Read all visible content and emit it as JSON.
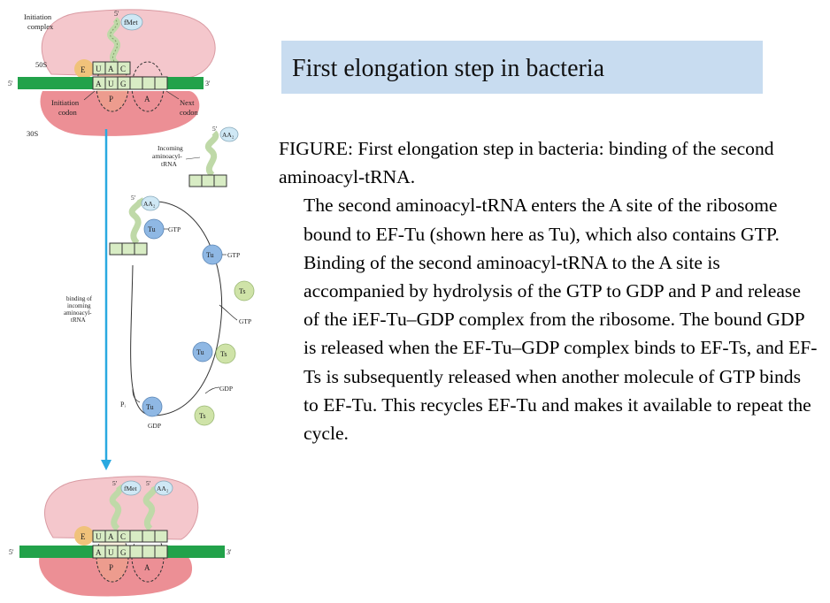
{
  "slide": {
    "title": "First elongation step in bacteria",
    "caption_line": "FIGURE: First elongation step in bacteria:  binding of the second aminoacyl-tRNA.",
    "paragraph": "The second aminoacyl-tRNA enters the A site of the ribosome bound to EF-Tu (shown here as Tu), which also contains GTP. Binding of the second aminoacyl-tRNA to the A site is accompanied by hydrolysis of the GTP to GDP and P and release of the iEF-Tu–GDP complex from the ribosome. The bound GDP is released when the EF-Tu–GDP complex binds to EF-Ts, and EF-Ts is subsequently released when another molecule of GTP binds to EF-Tu. This recycles EF-Tu and makes it available to repeat the cycle."
  },
  "diagram": {
    "top": {
      "complex_label_1": "Initiation",
      "complex_label_2": "complex",
      "five_prime_trna": "5'",
      "fmet": "fMet",
      "subunit_50s": "50S",
      "subunit_30s": "30S",
      "site_e": "E",
      "anticodon": [
        "U",
        "A",
        "C"
      ],
      "codon": [
        "A",
        "U",
        "G"
      ],
      "site_p": "P",
      "site_a": "A",
      "mrna_5": "5'",
      "mrna_3": "3'",
      "init_codon_1": "Initiation",
      "init_codon_2": "codon",
      "next_codon_1": "Next",
      "next_codon_2": "codon"
    },
    "cycle": {
      "incoming_1": "Incoming",
      "incoming_2": "aminoacyl-",
      "incoming_3": "tRNA",
      "five_prime": "5'",
      "aa2": "AA₂",
      "five_prime_b": "5'",
      "aa2_b": "AA₂",
      "tu": "Tu",
      "gtp": "GTP",
      "ts": "Ts",
      "gdp": "GDP",
      "pi": "Pᵢ",
      "arrow_label_1": "binding of",
      "arrow_label_2": "incoming",
      "arrow_label_3": "aminoacyl-",
      "arrow_label_4": "tRNA"
    },
    "bottom": {
      "five_prime_1": "5'",
      "fmet": "fMet",
      "five_prime_2": "5'",
      "aa2": "AA₂",
      "site_e": "E",
      "anticodon": [
        "U",
        "A",
        "C"
      ],
      "codon": [
        "A",
        "U",
        "G"
      ],
      "site_p": "P",
      "site_a": "A",
      "mrna_5": "5'",
      "mrna_3": "3'"
    }
  },
  "colors": {
    "title_bg": "#c8dcf0",
    "large_subunit": "#f4c7cc",
    "small_subunit": "#ec8f95",
    "mrna": "#22a24a",
    "trna": "#bfd9a8",
    "tu": "#8fb8e4",
    "ts": "#cfe3a8",
    "arrow": "#29a9e0",
    "e_site": "#f0c27a"
  }
}
